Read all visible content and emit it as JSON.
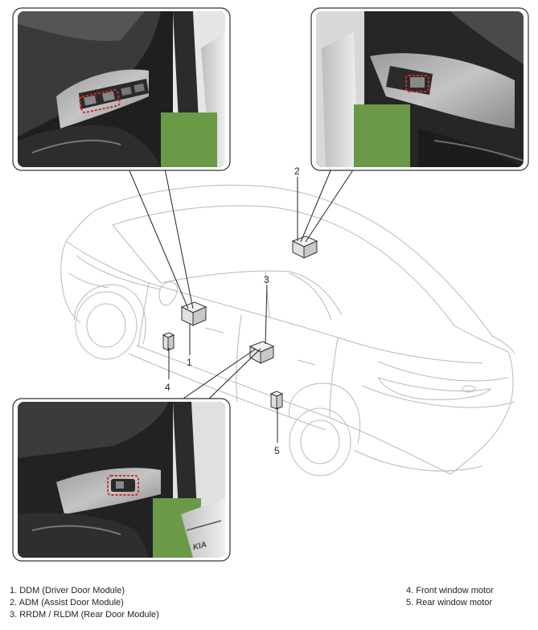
{
  "callouts": {
    "c1": "1",
    "c2": "2",
    "c3": "3",
    "c4": "4",
    "c5": "5"
  },
  "badge_text": "KIA",
  "legend": {
    "left": [
      "1. DDM (Driver Door Module)",
      "2. ADM (Assist Door Module)",
      "3. RRDM / RLDM (Rear Door Module)"
    ],
    "right": [
      "4. Front window motor",
      "5. Rear window motor"
    ]
  },
  "colors": {
    "highlight": "#d92b2b",
    "door_dark": "#2a2a2a",
    "trim_light": "#a9a9a9",
    "floor_green": "#6a9a48"
  }
}
